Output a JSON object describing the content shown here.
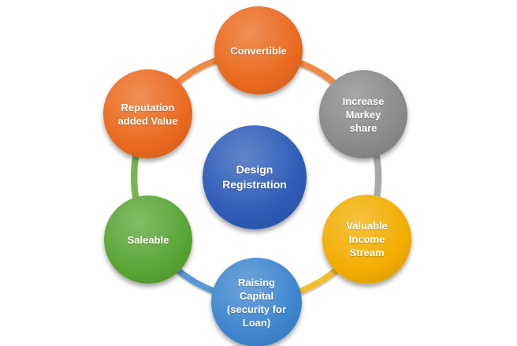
{
  "diagram": {
    "center": {
      "label": "Design\nRegistration",
      "color": "#2f5cb8"
    },
    "nodes": [
      {
        "id": "convertible",
        "label": "Convertible",
        "color": "#ea6a1e"
      },
      {
        "id": "market",
        "label": "Increase\nMarkey\nshare",
        "color": "#8a8a8a"
      },
      {
        "id": "income",
        "label": "Valuable\nIncome\nStream",
        "color": "#f2ad00"
      },
      {
        "id": "capital",
        "label": "Raising\nCapital\n(security for\nLoan)",
        "color": "#3f86cf"
      },
      {
        "id": "saleable",
        "label": "Saleable",
        "color": "#5aa535"
      },
      {
        "id": "reputation",
        "label": "Reputation\nadded Value",
        "color": "#ea6a1e"
      }
    ],
    "ring_segments": [
      {
        "from": "convertible",
        "to": "market",
        "color": "#ef8a45"
      },
      {
        "from": "market",
        "to": "income",
        "color": "#a8a8a8"
      },
      {
        "from": "income",
        "to": "capital",
        "color": "#f4bd2e"
      },
      {
        "from": "capital",
        "to": "saleable",
        "color": "#5b97d6"
      },
      {
        "from": "saleable",
        "to": "reputation",
        "color": "#77b453"
      },
      {
        "from": "reputation",
        "to": "convertible",
        "color": "#ef8a45"
      }
    ]
  }
}
